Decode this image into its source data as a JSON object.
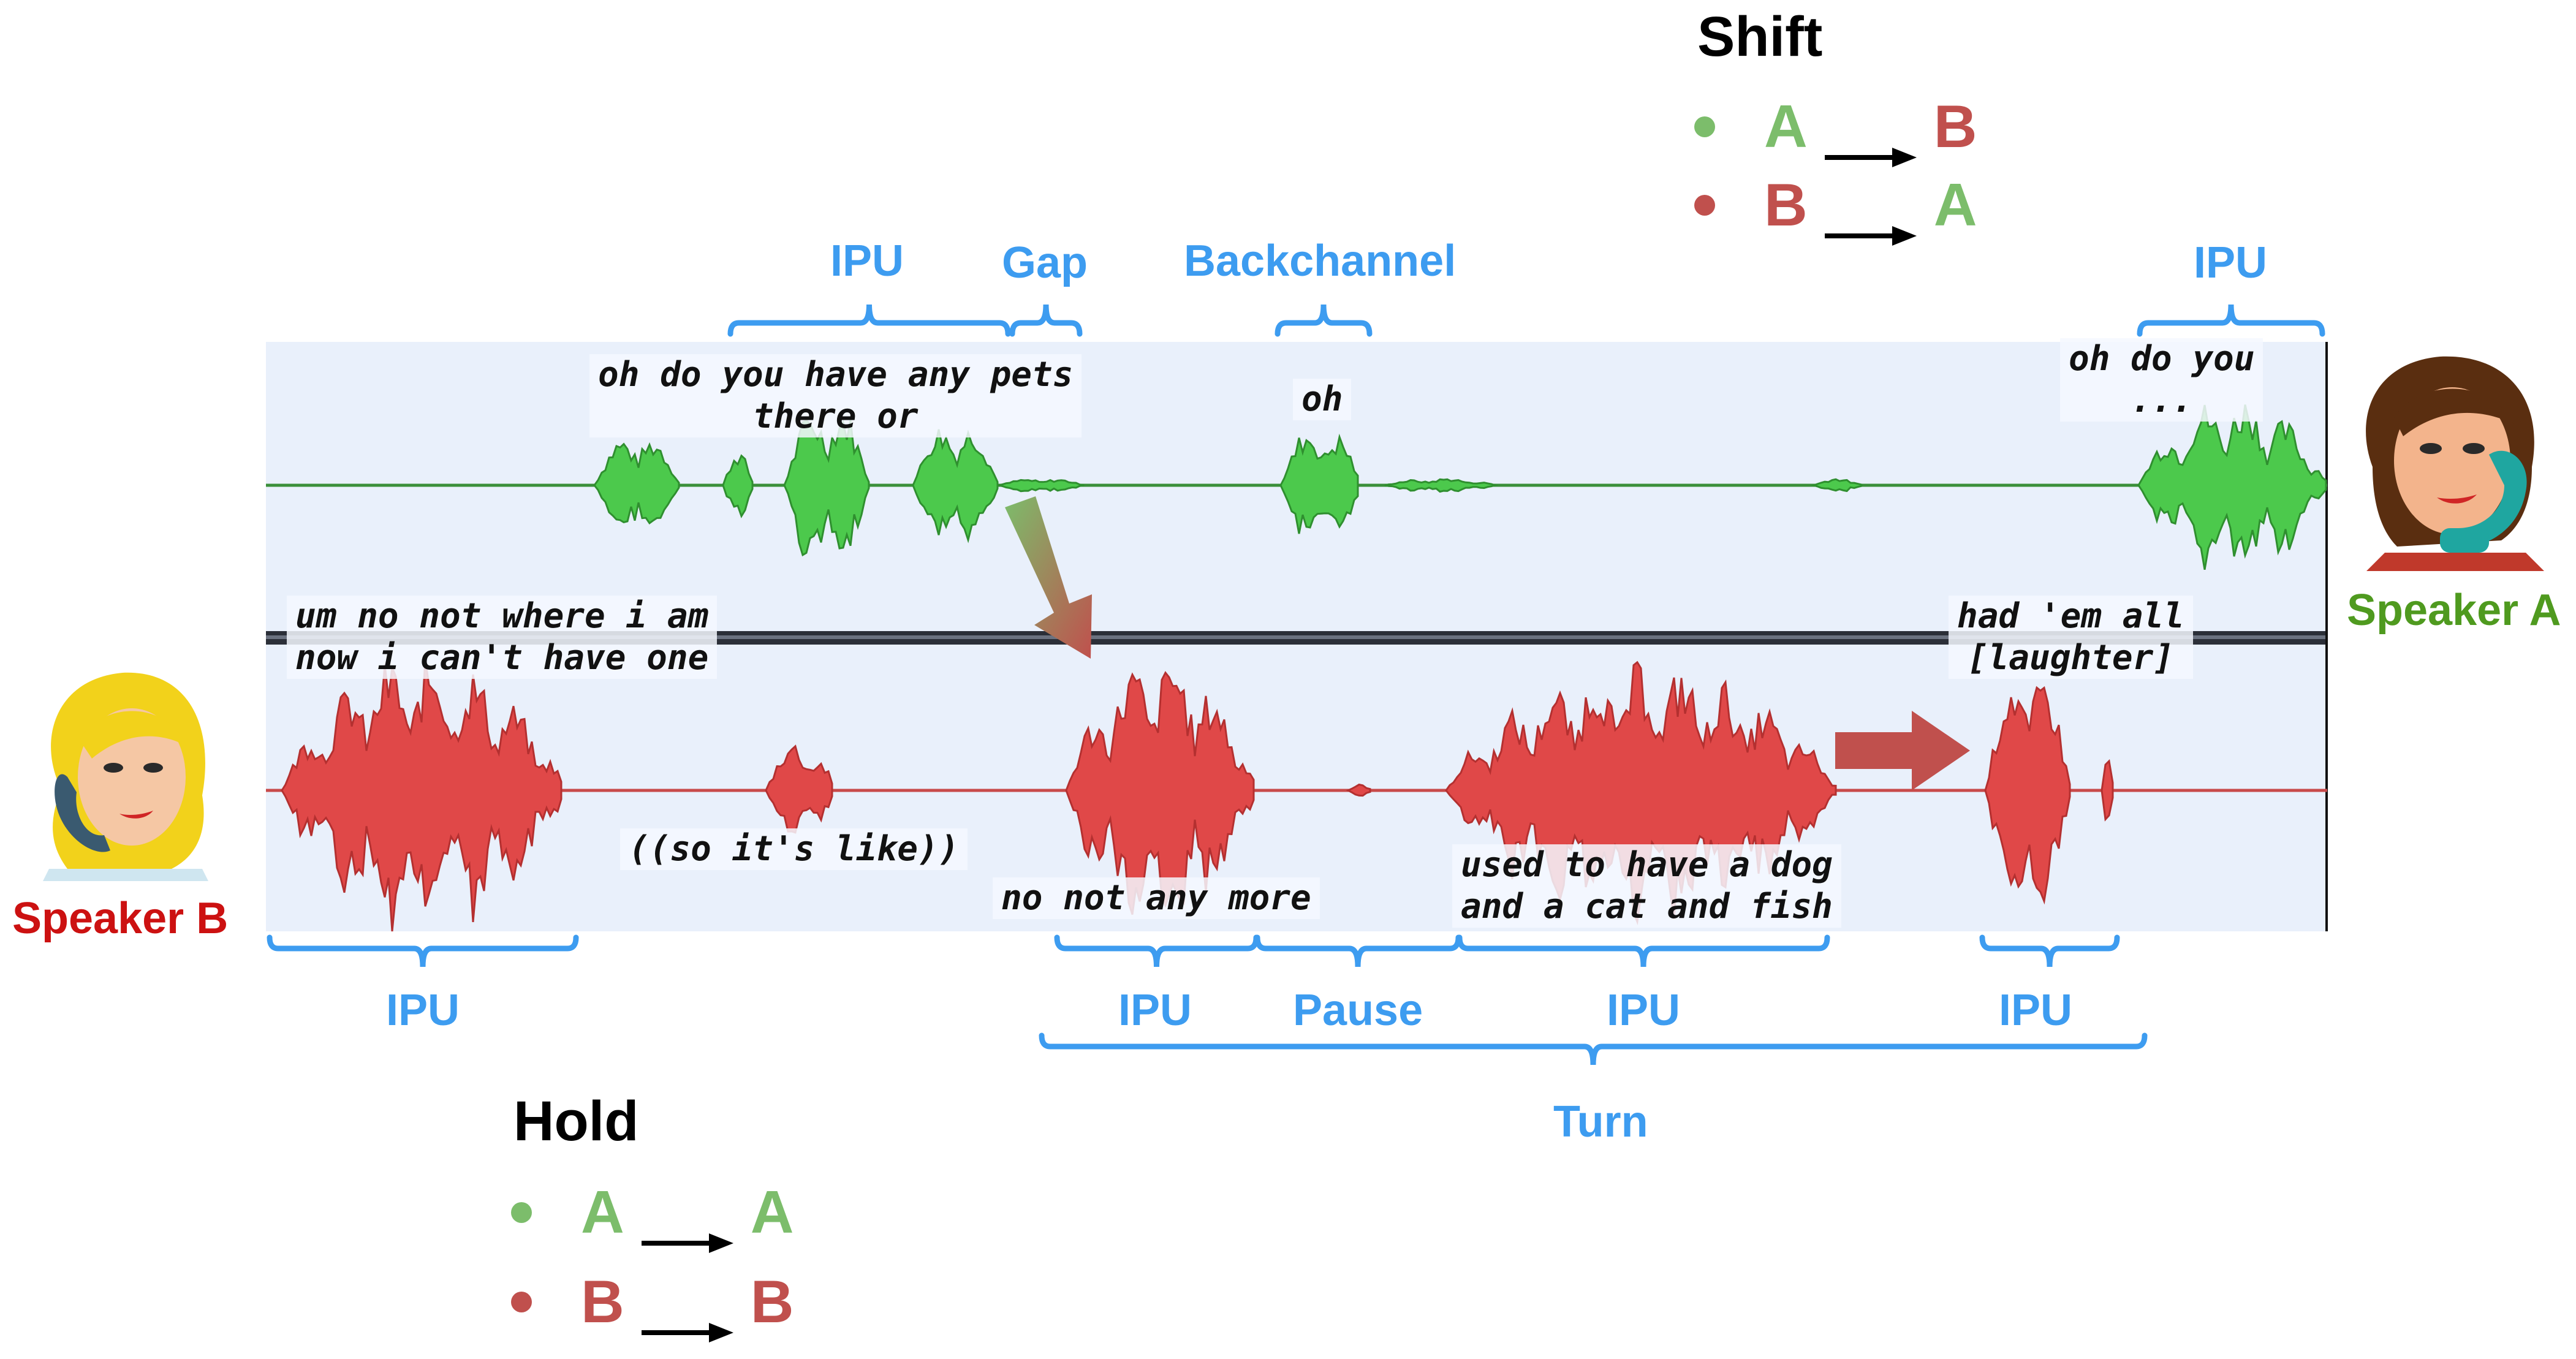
{
  "legend_shift": {
    "title": "Shift",
    "rows": [
      {
        "from": "A",
        "to": "B",
        "dot_color": "#7cbd6b"
      },
      {
        "from": "B",
        "to": "A",
        "dot_color": "#c0504d"
      }
    ]
  },
  "legend_hold": {
    "title": "Hold",
    "rows": [
      {
        "from": "A",
        "to": "A",
        "dot_color": "#7cbd6b"
      },
      {
        "from": "B",
        "to": "B",
        "dot_color": "#c0504d"
      }
    ]
  },
  "top_labels": {
    "ipu_1": "IPU",
    "gap": "Gap",
    "backchannel": "Backchannel",
    "ipu_2": "IPU"
  },
  "bottom_labels": {
    "ipu_1": "IPU",
    "ipu_2": "IPU",
    "pause": "Pause",
    "ipu_3": "IPU",
    "ipu_4": "IPU",
    "turn": "Turn"
  },
  "transcripts": {
    "a_pets": "oh do you have any pets\nthere or",
    "a_oh": "oh",
    "a_oh_do_you": "oh do you\n...",
    "b_um_no": "um no not where i am\nnow i can't have one",
    "b_so_its_like": "((so it's like))",
    "b_no_not": "no not any more",
    "b_used_to": "used to have a dog\nand a cat and fish",
    "b_had_em": "had 'em all\n[laughter]"
  },
  "speakers": {
    "a": {
      "name": "Speaker A",
      "color": "#4f9a1f"
    },
    "b": {
      "name": "Speaker B",
      "color": "#cc1111"
    }
  },
  "colors": {
    "label_blue": "#3d9cf0",
    "wave_green": "#4cc94c",
    "wave_red": "#e04848",
    "track_bg": "#e9f0fb"
  }
}
